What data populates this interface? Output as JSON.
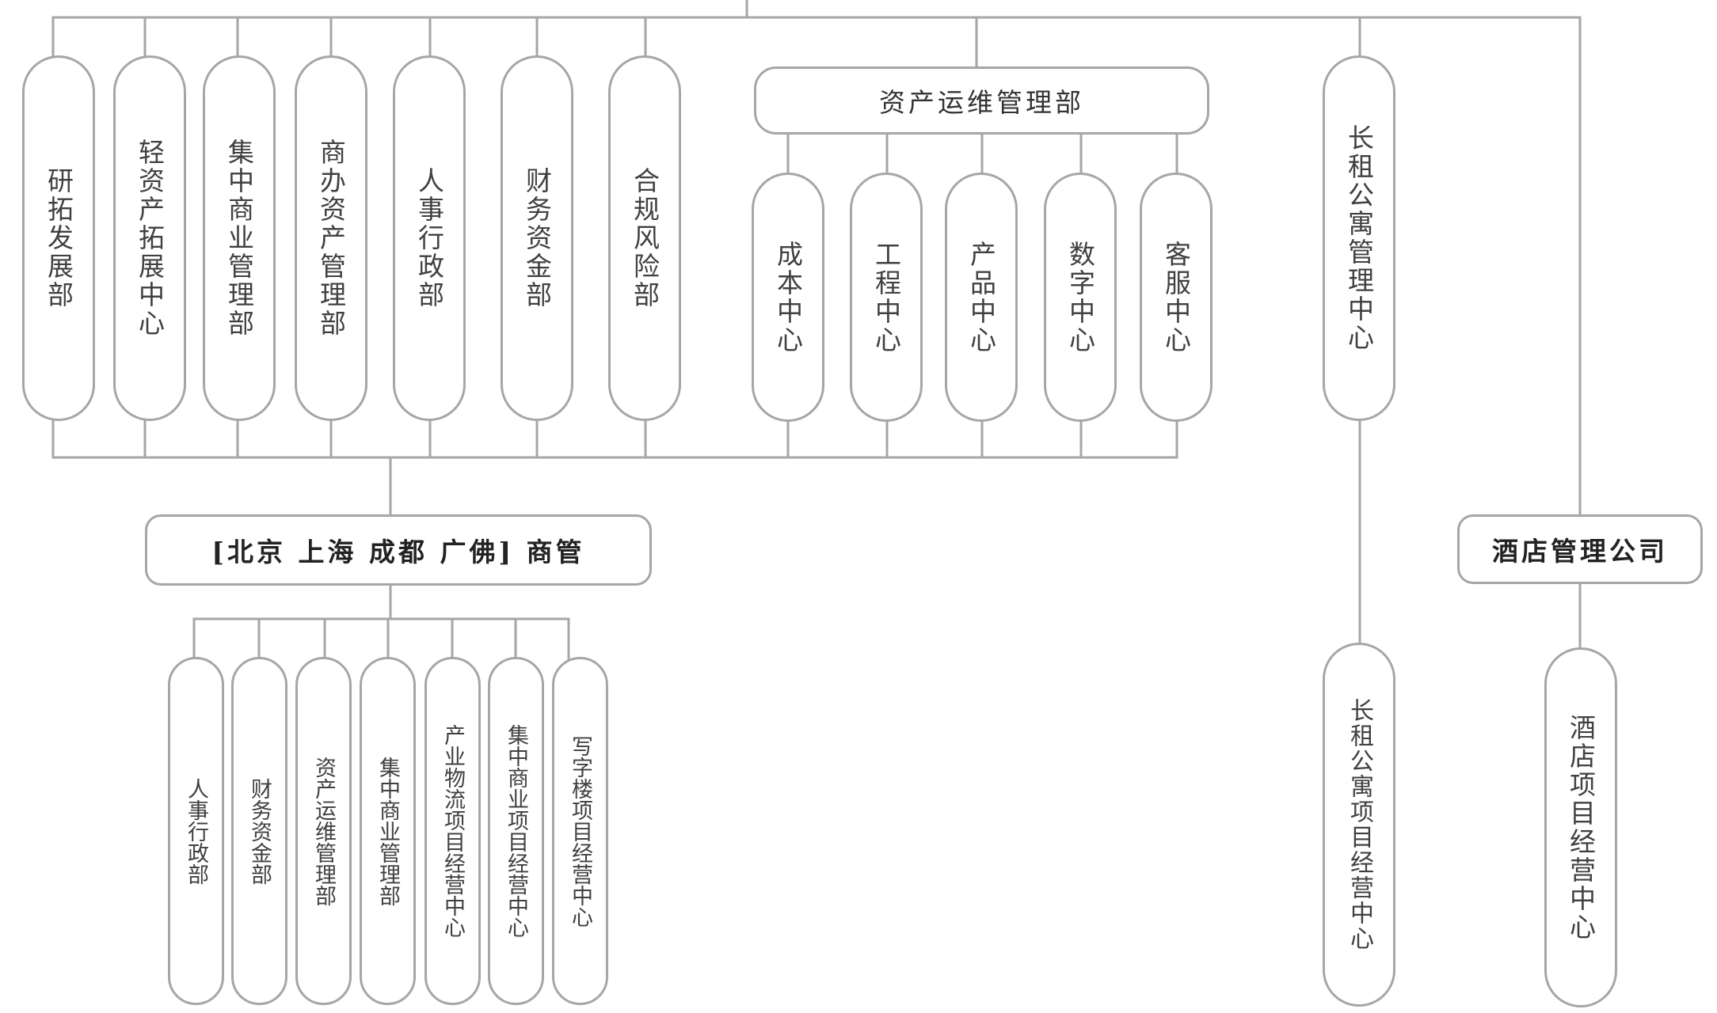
{
  "departments": {
    "research_dev": "研拓发展部",
    "light_asset": "轻资产拓展中心",
    "commercial_mgmt": "集中商业管理部",
    "office_asset_mgmt": "商办资产管理部",
    "hr_admin": "人事行政部",
    "finance": "财务资金部",
    "compliance_risk": "合规风险部"
  },
  "asset_ops": {
    "title": "资产运维管理部",
    "centers": {
      "cost": "成本中心",
      "engineering": "工程中心",
      "product": "产品中心",
      "digital": "数字中心",
      "customer_service": "客服中心"
    }
  },
  "rental_apartment": {
    "center": "长租公寓管理中心",
    "project_center": "长租公寓项目经营中心"
  },
  "commercial_regional": {
    "title": "[北京 上海 成都 广佛] 商管",
    "units": {
      "hr_admin": "人事行政部",
      "finance": "财务资金部",
      "asset_ops": "资产运维管理部",
      "commercial_mgmt": "集中商业管理部",
      "logistics": "产业物流项目经营中心",
      "commercial_project": "集中商业项目经营中心",
      "office_building": "写字楼项目经营中心"
    }
  },
  "hotel": {
    "company": "酒店管理公司",
    "project_center": "酒店项目经营中心"
  },
  "colors": {
    "line": "#a6a6a6",
    "border": "#a6a6a6",
    "text": "#404040"
  }
}
